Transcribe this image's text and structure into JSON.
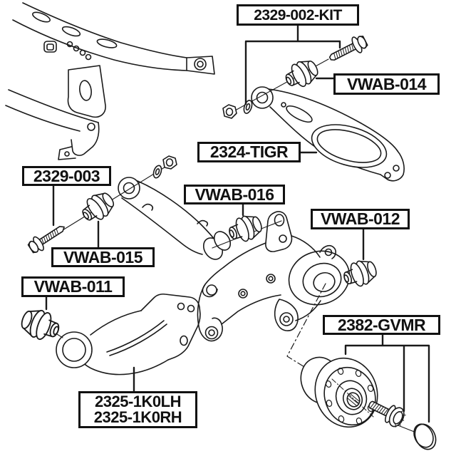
{
  "meta": {
    "description": "Exploded rear suspension parts diagram (line art, part-number callouts)",
    "background_color": "#ffffff",
    "line_color": "#1a1a1a",
    "label_border_color": "#111111",
    "label_text_color": "#111111"
  },
  "labels": {
    "kit_002": {
      "text": "2329-002-KIT"
    },
    "vwab_014": {
      "text": "VWAB-014"
    },
    "tigr_2324": {
      "text": "2324-TIGR"
    },
    "bolt_003": {
      "text": "2329-003"
    },
    "vwab_016": {
      "text": "VWAB-016"
    },
    "vwab_012": {
      "text": "VWAB-012"
    },
    "vwab_015": {
      "text": "VWAB-015"
    },
    "vwab_011": {
      "text": "VWAB-011"
    },
    "gvmr_2382": {
      "text": "2382-GVMR"
    },
    "arm_2325": {
      "line1": "2325-1K0LH",
      "line2": "2325-1K0RH"
    }
  }
}
